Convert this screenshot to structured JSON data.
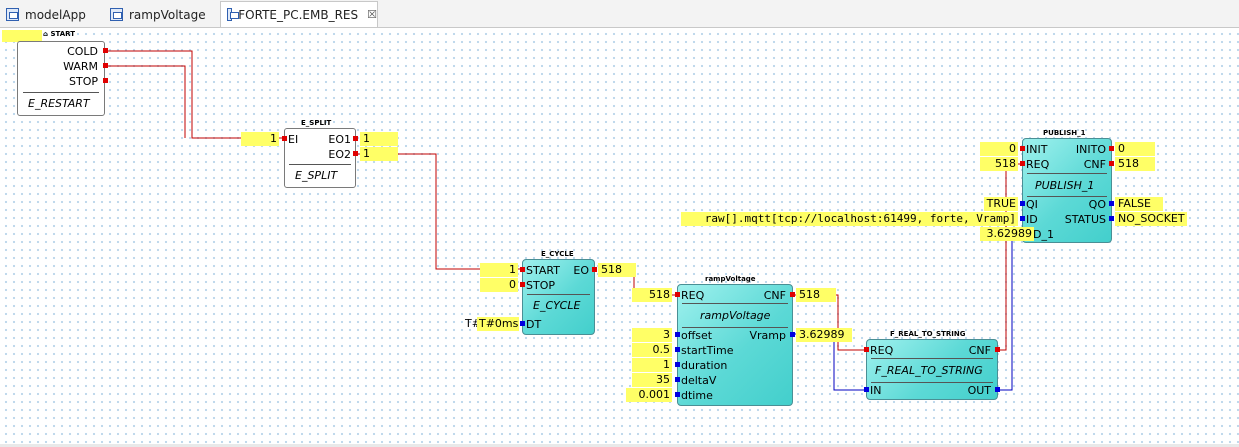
{
  "tabs": [
    {
      "label": "modelApp",
      "active": false
    },
    {
      "label": "rampVoltage",
      "active": false
    },
    {
      "label": "FORTE_PC.EMB_RES",
      "active": true
    }
  ],
  "tab_close_glyph": "☒",
  "colors": {
    "event_connection": "#c00000",
    "data_connection": "#0000c0",
    "value_highlight": "#ffff66",
    "fb_cyan": "#5cd9d6"
  },
  "blocks": {
    "start": {
      "instance": "START",
      "type": "E_RESTART",
      "outputs": [
        "COLD",
        "WARM",
        "STOP"
      ]
    },
    "split": {
      "instance": "E_SPLIT",
      "type": "E_SPLIT",
      "inputs": [
        "EI"
      ],
      "outputs": [
        "EO1",
        "EO2"
      ],
      "in_values": [
        "1"
      ],
      "out_values": [
        "1",
        "1"
      ]
    },
    "cycle": {
      "instance": "E_CYCLE",
      "type": "E_CYCLE",
      "event_inputs": [
        "START",
        "STOP"
      ],
      "event_outputs": [
        "EO"
      ],
      "data_inputs": [
        "DT"
      ],
      "in_values": [
        "1",
        "0"
      ],
      "out_value": "518",
      "dt_value": "T#0ms",
      "dt_prefix": "T#"
    },
    "ramp": {
      "instance": "rampVoltage",
      "type": "rampVoltage",
      "event_inputs": [
        "REQ"
      ],
      "event_outputs": [
        "CNF"
      ],
      "data_inputs": [
        "offset",
        "startTime",
        "duration",
        "deltaV",
        "dtime"
      ],
      "data_outputs": [
        "Vramp"
      ],
      "req_value": "518",
      "cnf_value": "518",
      "input_values": [
        "3",
        "0.5",
        "1",
        "35",
        "0.001"
      ],
      "vramp_value": "3.62989"
    },
    "convert": {
      "instance": "F_REAL_TO_STRING",
      "type": "F_REAL_TO_STRING",
      "event_inputs": [
        "REQ"
      ],
      "event_outputs": [
        "CNF"
      ],
      "data_inputs": [
        "IN"
      ],
      "data_outputs": [
        "OUT"
      ]
    },
    "publish": {
      "instance": "PUBLISH_1",
      "type": "PUBLISH_1",
      "event_inputs": [
        "INIT",
        "REQ"
      ],
      "event_outputs": [
        "INITO",
        "CNF"
      ],
      "data_inputs": [
        "QI",
        "ID",
        "SD_1"
      ],
      "data_outputs": [
        "QO",
        "STATUS"
      ],
      "init_value": "0",
      "req_value": "518",
      "inito_value": "0",
      "cnf_value": "518",
      "qi_value": "TRUE",
      "id_value": "raw[].mqtt[tcp://localhost:61499, forte, Vramp]",
      "sd_value": "3.62989",
      "qo_value": "FALSE",
      "status_value": "NO_SOCKET"
    }
  }
}
